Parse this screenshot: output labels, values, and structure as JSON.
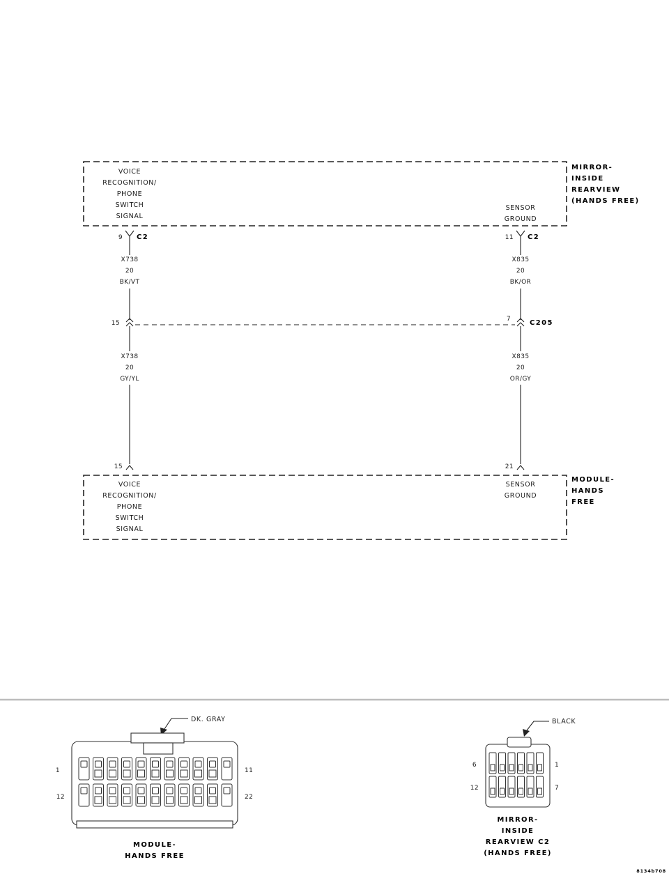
{
  "mirror": {
    "name_lines": [
      "MIRROR-",
      "INSIDE",
      "REARVIEW",
      "(HANDS FREE)"
    ],
    "left_label_lines": [
      "VOICE",
      "RECOGNITION/",
      "PHONE",
      "SWITCH",
      "SIGNAL"
    ],
    "right_label_lines": [
      "SENSOR",
      "GROUND"
    ],
    "left_pin": "9",
    "right_pin": "11",
    "connector": "C2"
  },
  "wires_upper": {
    "left": [
      "X738",
      "20",
      "BK/VT"
    ],
    "right": [
      "X835",
      "20",
      "BK/OR"
    ]
  },
  "inline_connector": {
    "name": "C205",
    "left_pin": "15",
    "right_pin": "7"
  },
  "wires_lower": {
    "left": [
      "X738",
      "20",
      "GY/YL"
    ],
    "right": [
      "X835",
      "20",
      "OR/GY"
    ]
  },
  "module": {
    "name_lines": [
      "MODULE-",
      "HANDS",
      "FREE"
    ],
    "left_label_lines": [
      "VOICE",
      "RECOGNITION/",
      "PHONE",
      "SWITCH",
      "SIGNAL"
    ],
    "right_label_lines": [
      "SENSOR",
      "GROUND"
    ],
    "left_pin": "15",
    "right_pin": "21"
  },
  "connector_views": {
    "module": {
      "color": "DK. GRAY",
      "pin_labels": {
        "top_left": "1",
        "top_right": "11",
        "bottom_left": "12",
        "bottom_right": "22"
      },
      "name_lines": [
        "MODULE-",
        "HANDS FREE"
      ]
    },
    "mirror": {
      "color": "BLACK",
      "pin_labels": {
        "top_left": "6",
        "top_right": "1",
        "bottom_left": "12",
        "bottom_right": "7"
      },
      "name_lines": [
        "MIRROR-",
        "INSIDE",
        "REARVIEW C2",
        "(HANDS FREE)"
      ]
    }
  },
  "figure_id": "8134b708"
}
